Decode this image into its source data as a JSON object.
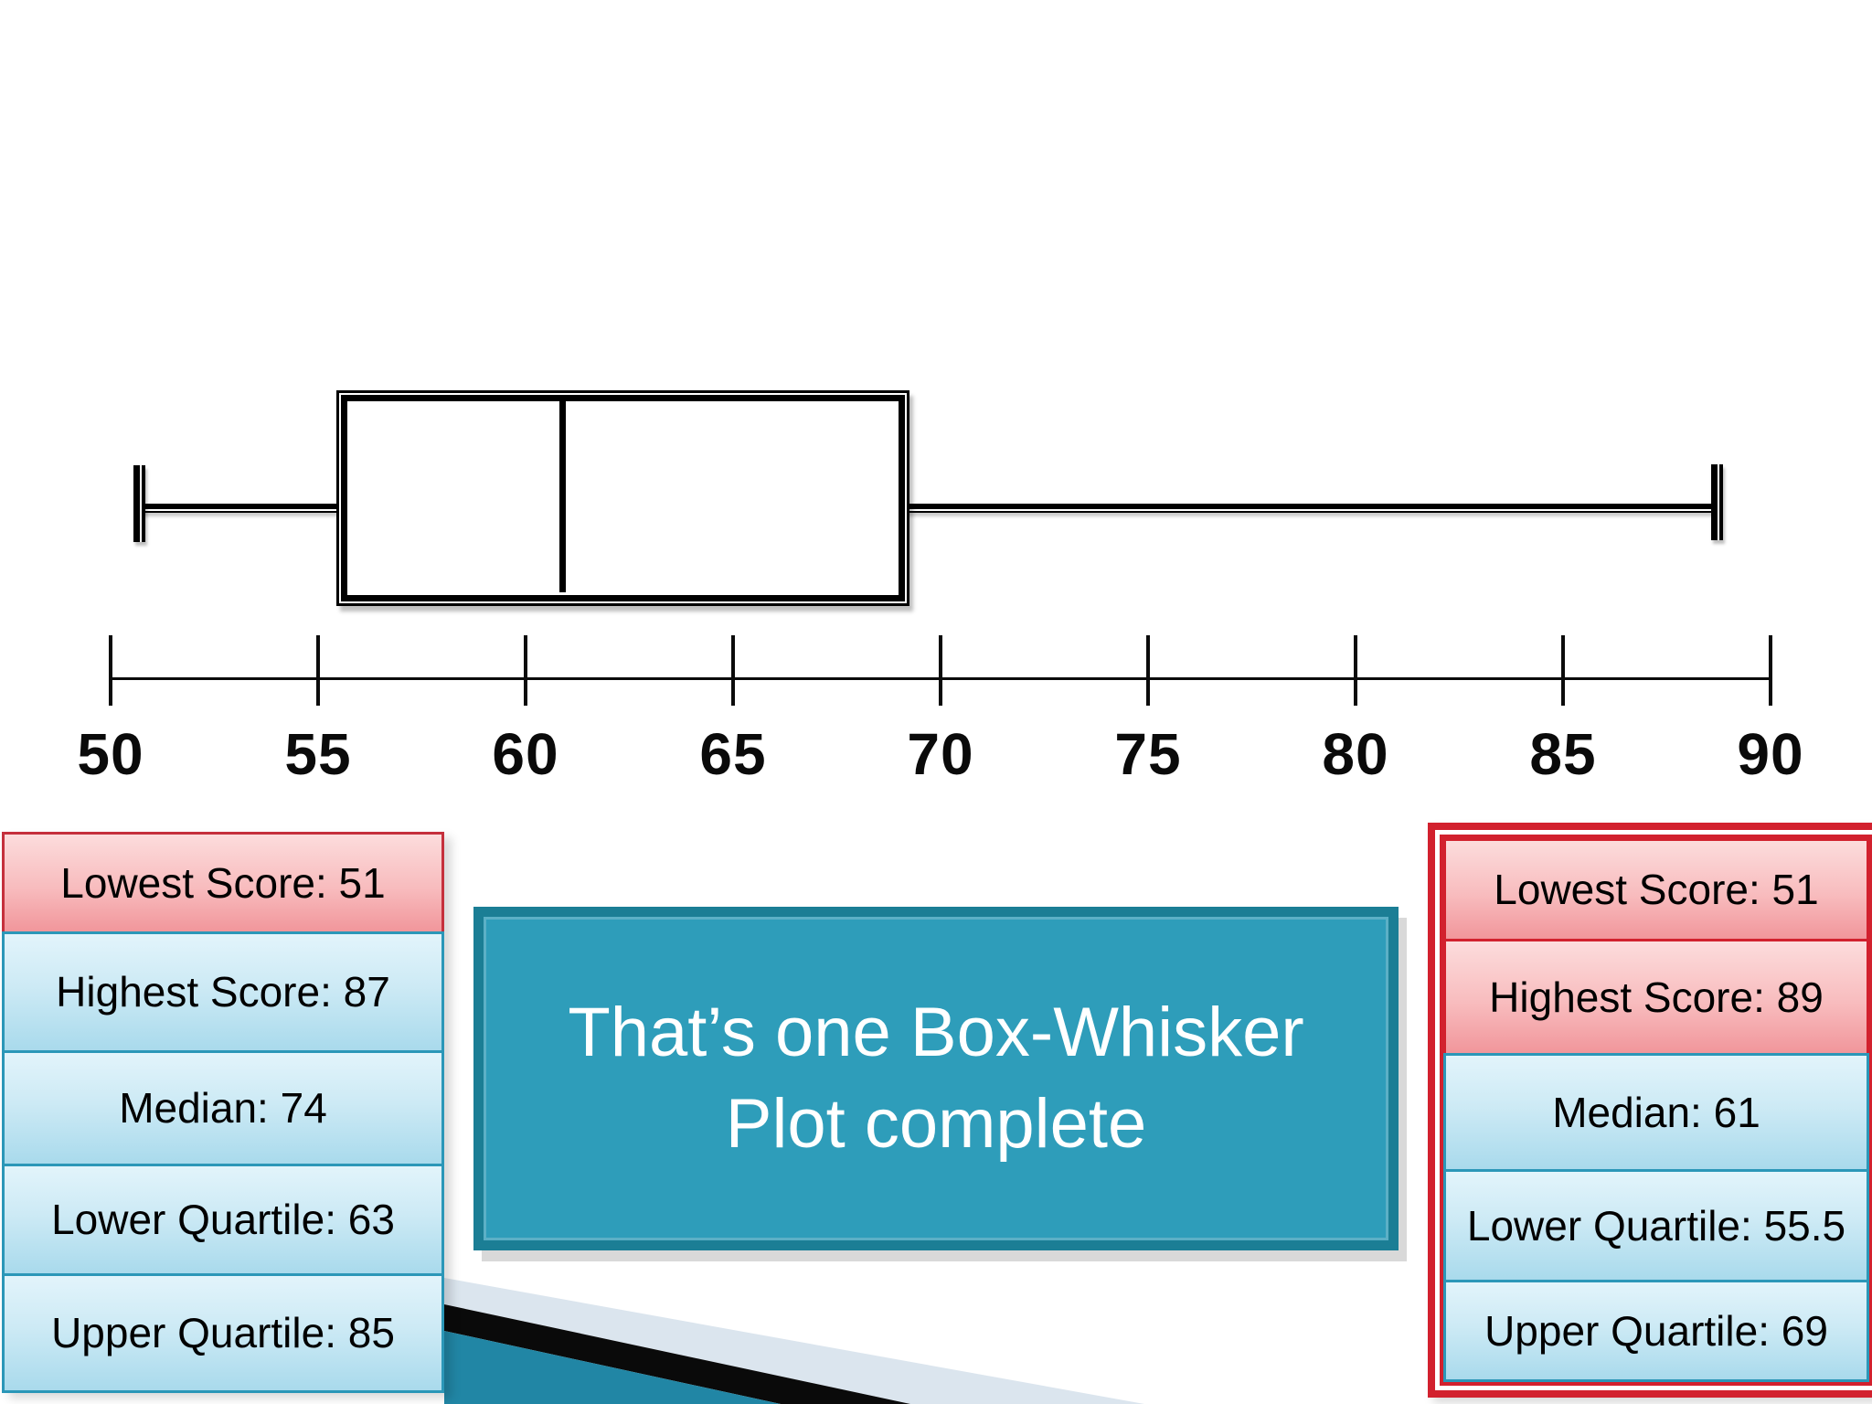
{
  "chart_data": {
    "type": "box",
    "orientation": "horizontal",
    "title": "",
    "axis": {
      "min": 50,
      "max": 90,
      "step": 5,
      "tick_labels": [
        "50",
        "55",
        "60",
        "65",
        "70",
        "75",
        "80",
        "85",
        "90"
      ],
      "grid": false
    },
    "series": [
      {
        "name": "plotted-box-whisker",
        "lowest": 51,
        "lower_quartile": 55.5,
        "median": 61,
        "upper_quartile": 69,
        "highest": 89
      }
    ]
  },
  "left_panel": {
    "rows": [
      {
        "text": "Lowest Score: 51",
        "style": "pink"
      },
      {
        "text": "Highest Score: 87",
        "style": "blue"
      },
      {
        "text": "Median: 74",
        "style": "blue"
      },
      {
        "text": "Lower Quartile: 63",
        "style": "blue"
      },
      {
        "text": "Upper Quartile: 85",
        "style": "blue"
      }
    ]
  },
  "right_panel": {
    "rows": [
      {
        "text": "Lowest Score: 51",
        "style": "pink"
      },
      {
        "text": "Highest Score: 89",
        "style": "pink"
      },
      {
        "text": "Median: 61",
        "style": "blue"
      },
      {
        "text": "Lower Quartile: 55.5",
        "style": "blue"
      },
      {
        "text": "Upper Quartile: 69",
        "style": "blue"
      }
    ]
  },
  "callout": {
    "lines": [
      "That’s one Box-Whisker",
      "Plot complete"
    ]
  },
  "colors": {
    "callout_fill": "#2e9dba",
    "callout_border": "#1b7e95",
    "row_blue_top": "#e2f4fb",
    "row_blue_bottom": "#a9daec",
    "row_blue_border": "#2b97b8",
    "row_pink_top": "#fcdcdc",
    "row_pink_bottom": "#f1969b",
    "row_pink_border": "#c5303c",
    "highlight_border_red": "#d2212e",
    "deco_band": "#dbe5ee",
    "deco_black": "#0a0a0a",
    "deco_teal": "#2186a5",
    "plot_black": "#0b0b0b"
  }
}
